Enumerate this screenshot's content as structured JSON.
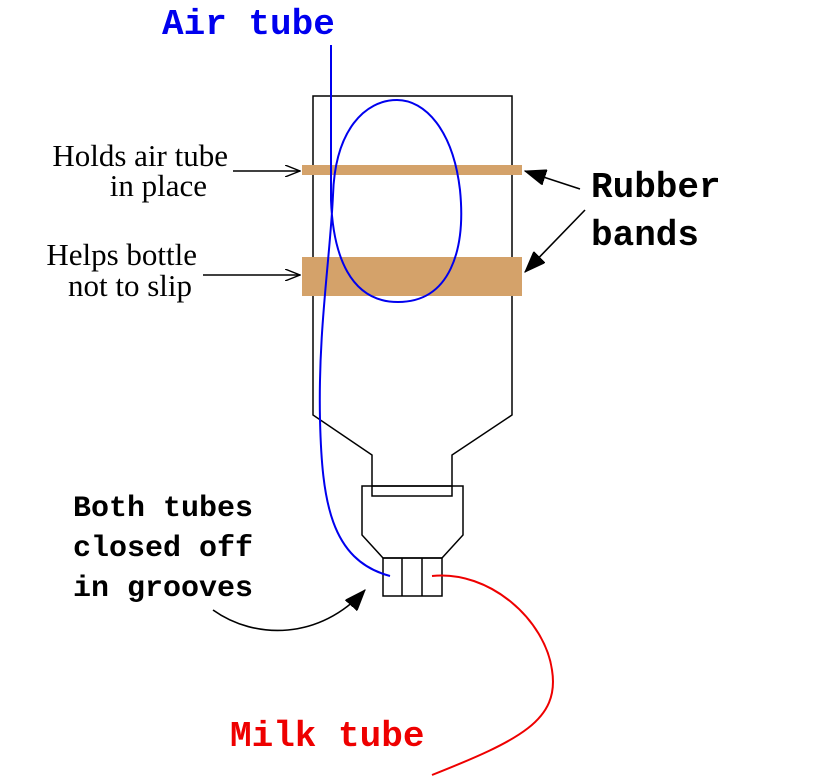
{
  "labels": {
    "air_tube": "Air tube",
    "milk_tube": "Milk tube",
    "rubber_bands_line1": "Rubber",
    "rubber_bands_line2": "bands",
    "holds_line1": "Holds air tube",
    "holds_line2": "in place",
    "helps_line1": "Helps bottle",
    "helps_line2": "not to slip",
    "grooves_line1": "Both tubes",
    "grooves_line2": "closed off",
    "grooves_line3": "in grooves"
  },
  "colors": {
    "air_tube": "#0000ee",
    "milk_tube": "#ee0000",
    "rubber_band": "#d4a26a",
    "outline": "#000000",
    "text": "#000000"
  }
}
